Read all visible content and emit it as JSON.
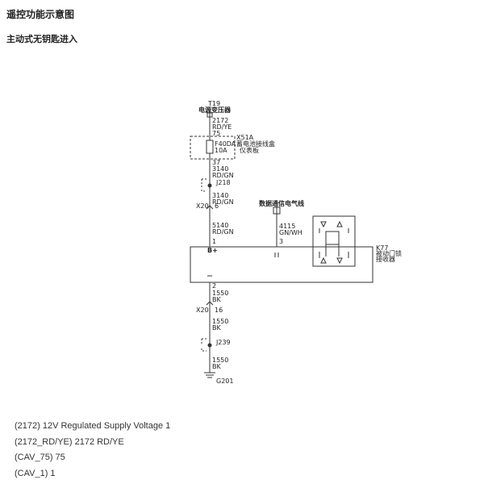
{
  "header": {
    "title": "遥控功能示意图",
    "subtitle": "主动式无钥匙进入"
  },
  "diagram": {
    "nodes": {
      "t19_id": "T19",
      "t19_name": "电源变压器",
      "x51a_id": "X51A",
      "x51a_name1": "蓄电池接线盒",
      "x51a_name2": "仪表板",
      "fuse_id": "F40DA",
      "fuse_rating": "10A",
      "j218": "J218",
      "x20_top": "X20",
      "x20_top_pin": "6",
      "data_line": "数据通信电气线",
      "k77_id": "K77",
      "k77_name1": "被动门锁",
      "k77_name2": "接收器",
      "b_plus": "B+",
      "x20_bottom": "X20",
      "x20_bottom_pin": "16",
      "j239": "J239",
      "ground": "G201"
    },
    "wires": {
      "w1_circuit": "2172",
      "w1_color": "RD/YE",
      "w1_cav": "75",
      "w2_cav": "37",
      "w2_circuit": "3140",
      "w2_color": "RD/GN",
      "w3_circuit": "3140",
      "w3_color": "RD/GN",
      "w4_circuit": "5140",
      "w4_color": "RD/GN",
      "pin1": "1",
      "data_circuit": "4115",
      "data_color": "GN/WH",
      "pin3": "3",
      "pin2": "2",
      "w5_circuit": "1550",
      "w5_color": "BK",
      "w6_circuit": "1550",
      "w6_color": "BK",
      "w7_circuit": "1550",
      "w7_color": "BK"
    }
  },
  "legend": [
    "(2172) 12V Regulated Supply Voltage 1",
    "(2172_RD/YE) 2172 RD/YE",
    "(CAV_75) 75",
    "(CAV_1) 1"
  ],
  "colors": {
    "line": "#333333",
    "text": "#222222"
  }
}
